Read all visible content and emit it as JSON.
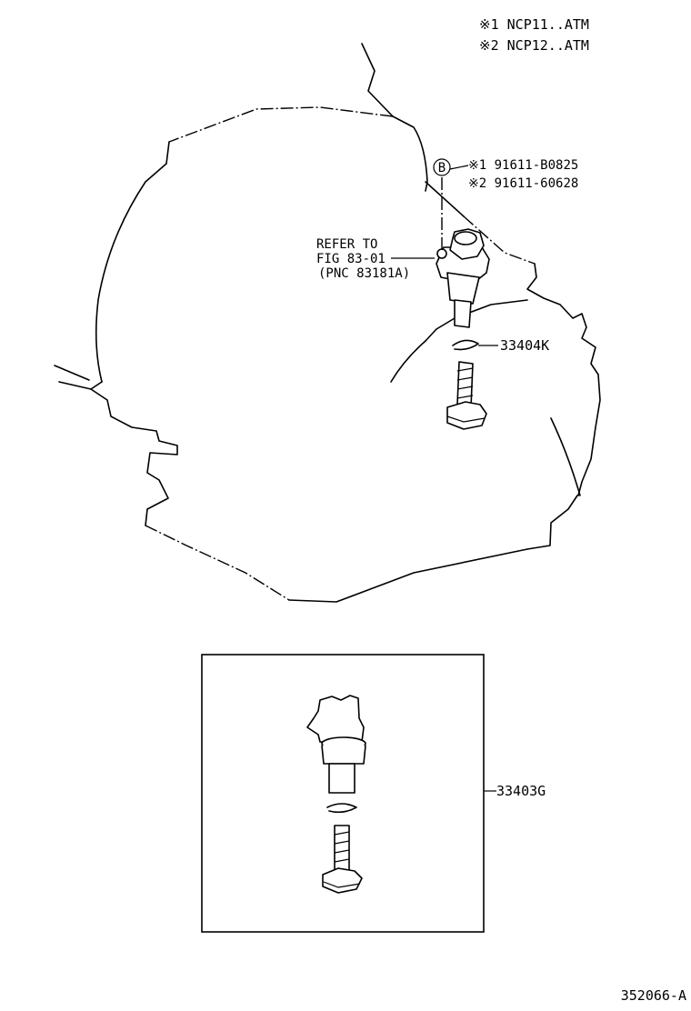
{
  "legend": {
    "note1": "※1  NCP11..ATM",
    "note2": "※2  NCP12..ATM"
  },
  "callouts": {
    "bolt_marker": "B",
    "bolt_part1": "※1 91611-B0825",
    "bolt_part2": "※2 91611-60628",
    "refer_line1": "REFER TO",
    "refer_line2": "FIG 83-01",
    "refer_line3": "(PNC 83181A)",
    "oring_part": "33404K",
    "assembly_part": "33403G"
  },
  "footer": {
    "diagram_id": "352066-A"
  }
}
